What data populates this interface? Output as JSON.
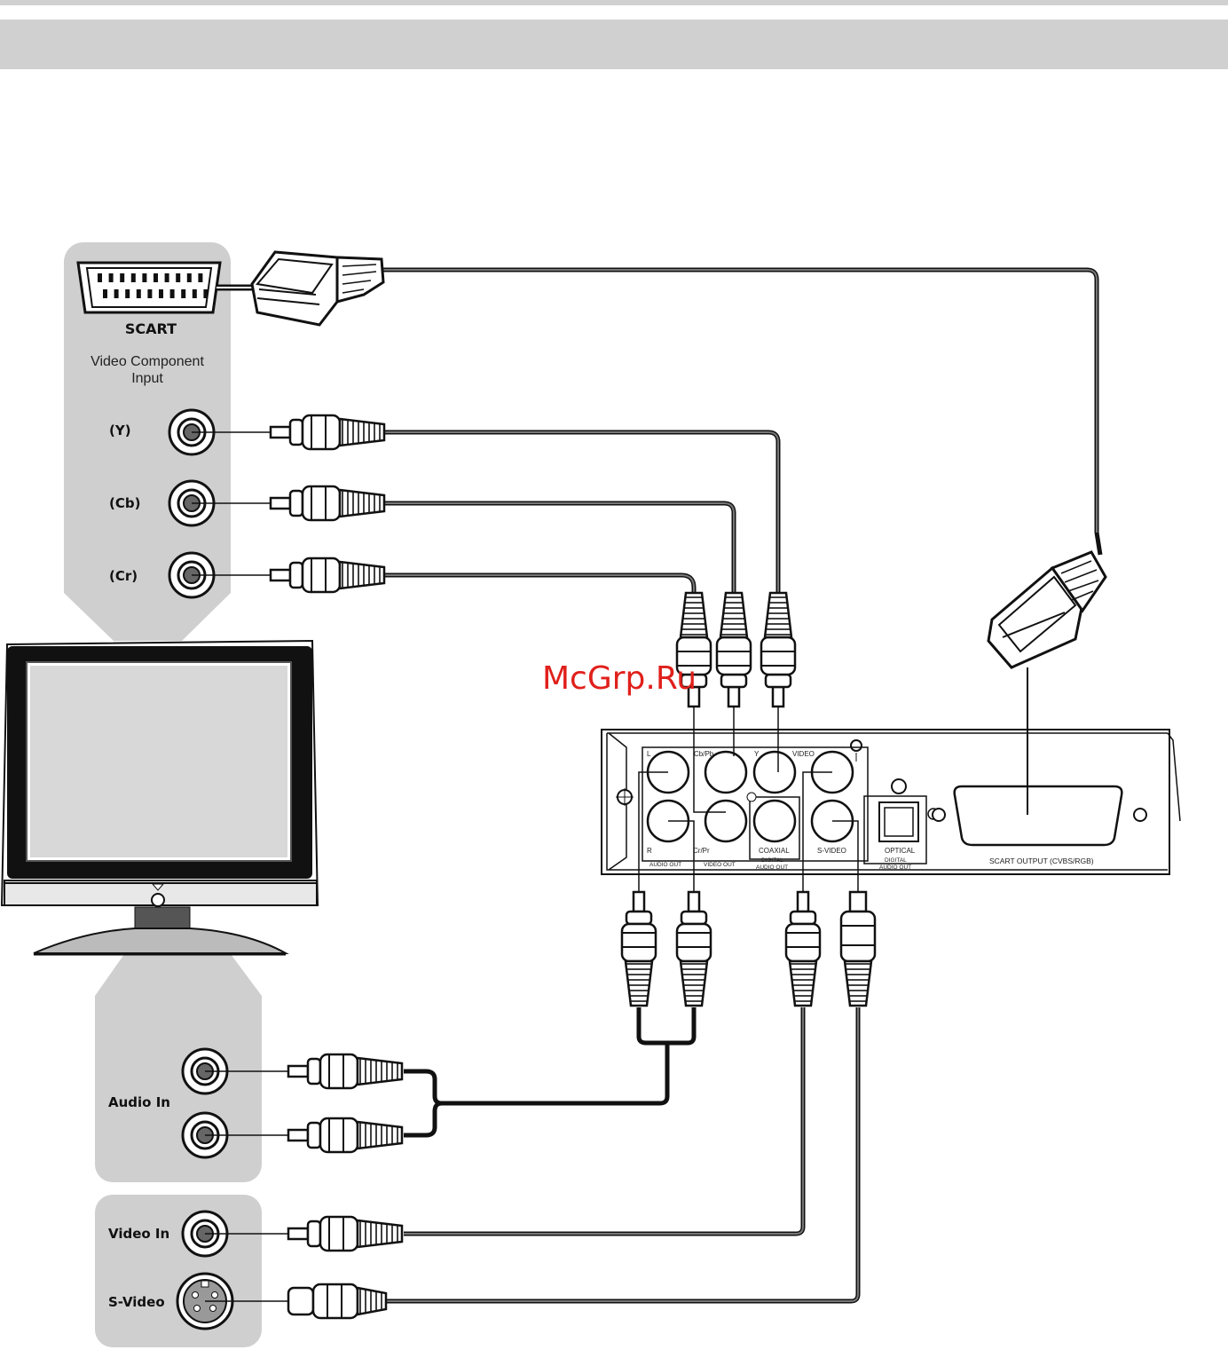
{
  "tv_panel": {
    "scart_label": "SCART",
    "component_title_line1": "Video Component",
    "component_title_line2": "Input",
    "y_label": "(Y)",
    "cb_label": "(Cb)",
    "cr_label": "(Cr)",
    "audio_in_label": "Audio In",
    "video_in_label": "Video In",
    "svideo_label": "S-Video"
  },
  "player_panel": {
    "label_L": "L",
    "label_R": "R",
    "label_cbpb": "Cb/Pb",
    "label_crpr": "Cr/Pr",
    "label_Y": "Y",
    "label_video": "VIDEO",
    "label_coaxial": "COAXIAL",
    "label_svideo": "S-VIDEO",
    "label_optical": "OPTICAL",
    "label_audio_out": "AUDIO OUT",
    "label_video_out": "VIDEO OUT",
    "label_digital_audio_out_1": "DIGITAL",
    "label_digital_audio_out_2": "AUDIO OUT",
    "label_digital_optical_1": "DIGITAL",
    "label_digital_optical_2": "AUDIO OUT",
    "label_scart_output": "SCART OUTPUT (CVBS/RGB)"
  },
  "watermark": "McGrp.Ru",
  "colors": {
    "panel_gray": "#cfcfcf",
    "header_bar": "#d0d0d0",
    "watermark_red": "#e0201b"
  }
}
